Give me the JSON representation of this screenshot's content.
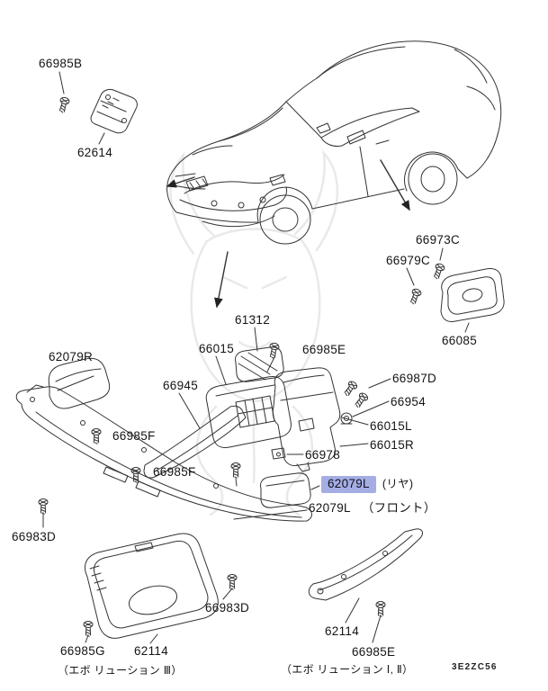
{
  "page": {
    "bg": "#ffffff",
    "drawing_code": "3E2ZC56"
  },
  "highlight": {
    "selected_part": "62079L",
    "color": "#a5aee4"
  },
  "parts": {
    "b66985B": "66985B",
    "b62614": "62614",
    "b66973C": "66973C",
    "b66979C": "66979C",
    "b66085": "66085",
    "b61312": "61312",
    "b66015": "66015",
    "b66985E_top": "66985E",
    "b62079R": "62079R",
    "b66945": "66945",
    "b66987D": "66987D",
    "b66954": "66954",
    "b66015L": "66015L",
    "b66015R": "66015R",
    "b66985F_a": "66985F",
    "b66978": "66978",
    "b66985F_b": "66985F",
    "b62079L_rear": "62079L",
    "b62079L_front": "62079L",
    "b66983D_a": "66983D",
    "b66983D_b": "66983D",
    "b62114_evo12": "62114",
    "b66985G": "66985G",
    "b62114_evo3": "62114",
    "b66985E_bottom": "66985E"
  },
  "notes": {
    "rear": "(リヤ)",
    "front": "（フロント）",
    "evo3": "（エボ リューション Ⅲ）",
    "evo12": "（エボ リューション Ⅰ, Ⅱ）"
  }
}
